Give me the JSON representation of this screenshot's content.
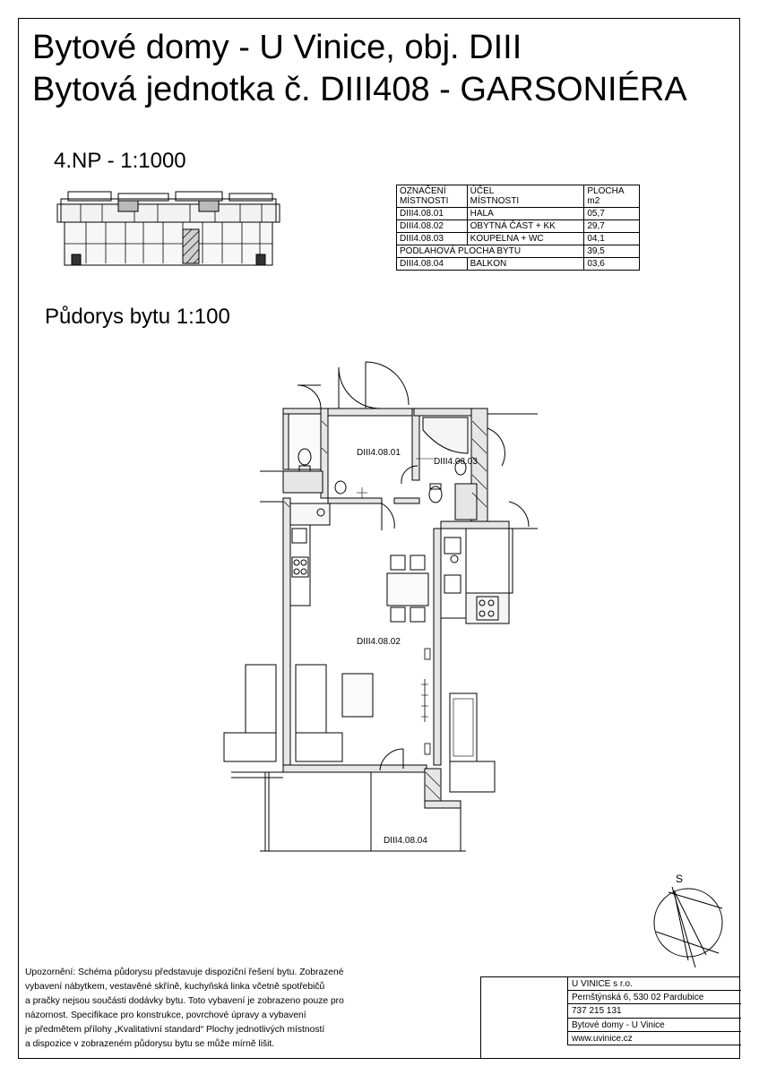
{
  "header": {
    "title_line1": "Bytové domy - U Vinice, obj. DIII",
    "title_line2": "Bytová jednotka č. DIII408 - GARSONIÉRA",
    "floor_label": "4.NP - 1:1000",
    "plan_label": "Půdorys bytu 1:100"
  },
  "rooms_table": {
    "head": {
      "col1": [
        "OZNAČENÍ",
        "MÍSTNOSTI"
      ],
      "col2": [
        "ÚČEL",
        "MÍSTNOSTI"
      ],
      "col3": [
        "PLOCHA",
        "m2"
      ]
    },
    "rows": [
      {
        "code": "DIII4.08.01",
        "purpose": "HALA",
        "area": "05,7"
      },
      {
        "code": "DIII4.08.02",
        "purpose": "OBYTNÁ ČÁST + KK",
        "area": "29,7"
      },
      {
        "code": "DIII4.08.03",
        "purpose": "KOUPELNA + WC",
        "area": "04,1"
      }
    ],
    "total": {
      "label": "PODLAHOVÁ PLOCHA BYTU",
      "area": "39,5"
    },
    "extra": {
      "code": "DIII4.08.04",
      "purpose": "BALKON",
      "area": "03,6"
    }
  },
  "plan_labels": {
    "hall": "DIII4.08.01",
    "bath": "DIII4.08.03",
    "living": "DIII4.08.02",
    "balcony": "DIII4.08.04",
    "north": "S"
  },
  "note": {
    "lines": [
      "Upozornění: Schéma půdorysu představuje dispoziční řešení bytu. Zobrazené",
      "vybavení nábytkem, vestavěné skříně, kuchyňská linka včetně spotřebičů",
      "a pračky nejsou součásti dodávky bytu. Toto vybavení je zobrazeno pouze pro",
      "názornost. Specifikace pro konstrukce, povrchové úpravy a vybavení",
      "je předmětem přílohy „Kvalitativní standard“ Plochy jednotlivých místností",
      "a dispozice v zobrazeném půdorysu bytu se může mírně lišit."
    ]
  },
  "company": {
    "lines": [
      "U VINICE s r.o.",
      "Pernštýnská 6, 530 02 Pardubice",
      "737 215 131",
      "Bytové domy - U Vinice",
      "www.uvinice.cz"
    ]
  }
}
